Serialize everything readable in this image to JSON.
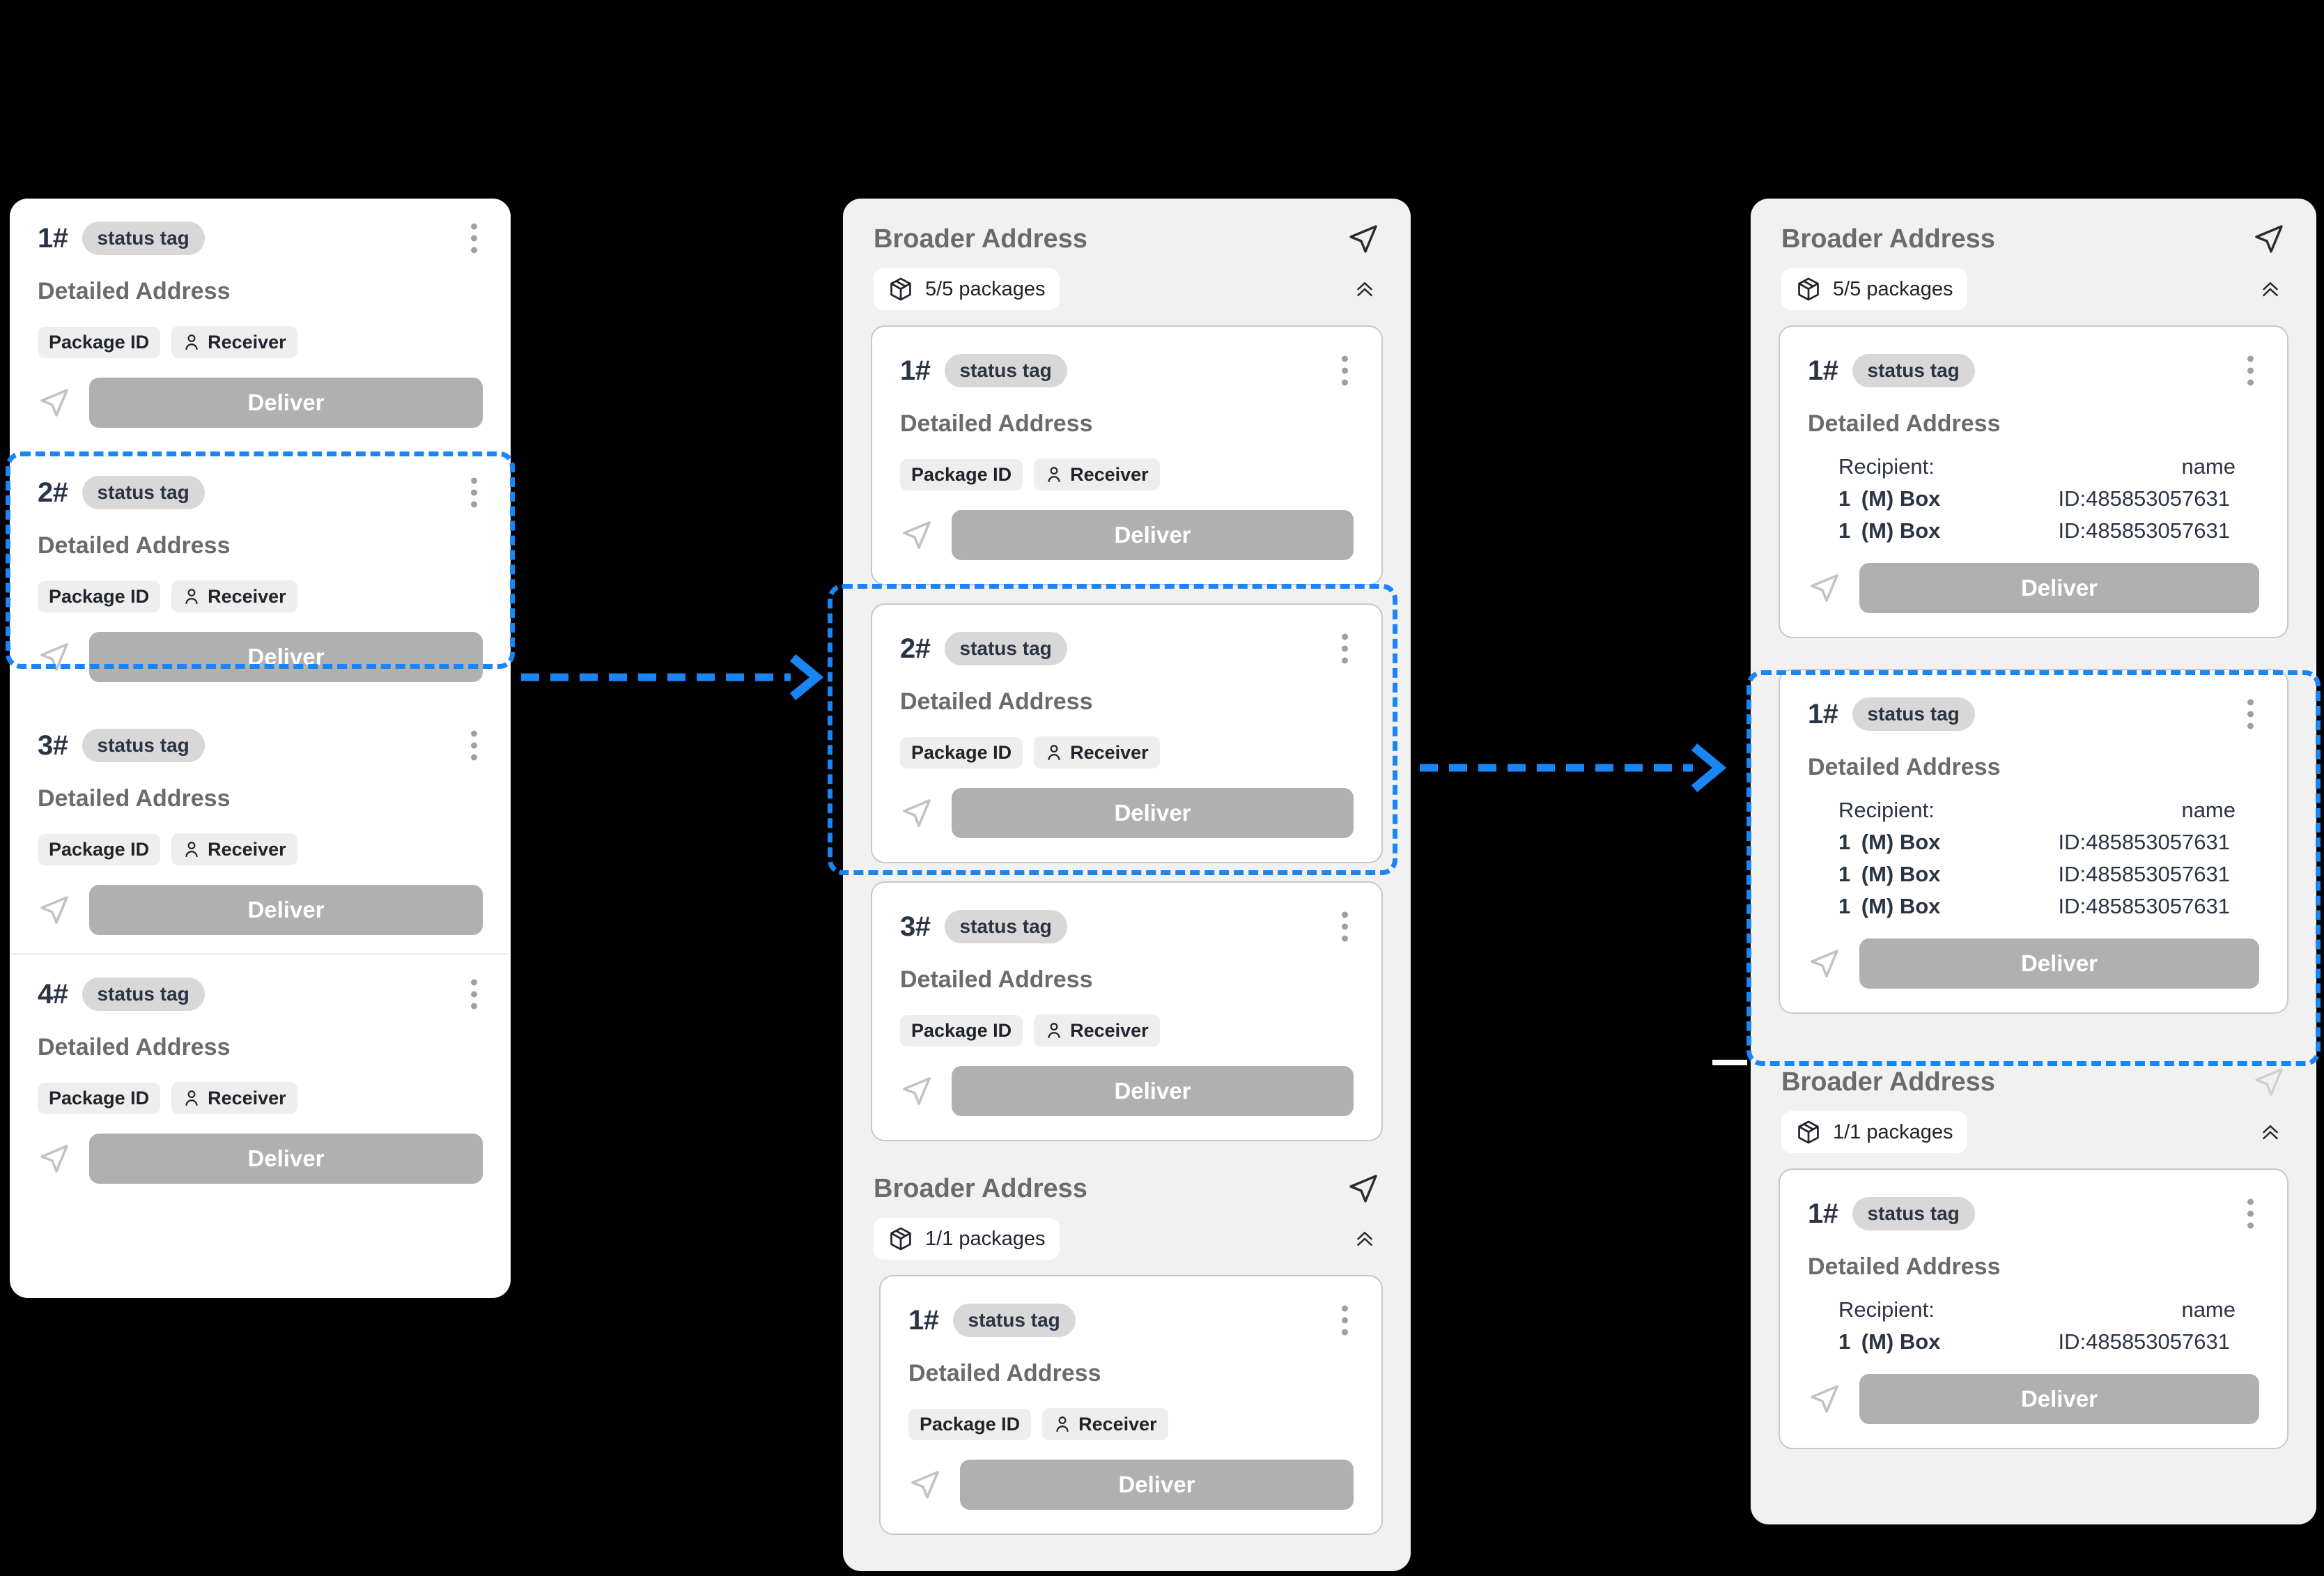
{
  "colors": {
    "accent_blue": "#1a85f5",
    "card_bg": "#ffffff",
    "panel_bg": "#f1f1f1",
    "deliver_btn": "#b0b0b0",
    "status_tag_bg": "#d8d8d8",
    "chip_bg": "#eeeeee",
    "canvas_bg": "#000000"
  },
  "labels": {
    "detailed_address": "Detailed Address",
    "status_tag": "status tag",
    "package_id": "Package ID",
    "receiver": "Receiver",
    "deliver": "Deliver",
    "broader_address": "Broader Address",
    "recipient": "Recipient:",
    "recipient_name": "name",
    "box_qty": "1",
    "box_size": "(M) Box",
    "box_id": "ID:485853057631"
  },
  "icons": {
    "kebab": "kebab-menu-icon",
    "send": "send-navigation-icon",
    "package": "package-box-icon",
    "chevron_up": "chevron-double-up-icon",
    "person": "person-icon"
  },
  "left_panel": {
    "cards": [
      {
        "num": "1#",
        "status": "status tag",
        "address": "Detailed Address",
        "chip_id": "Package ID",
        "chip_receiver": "Receiver",
        "deliver": "Deliver"
      },
      {
        "num": "2#",
        "status": "status tag",
        "address": "Detailed Address",
        "chip_id": "Package ID",
        "chip_receiver": "Receiver",
        "deliver": "Deliver"
      },
      {
        "num": "3#",
        "status": "status tag",
        "address": "Detailed Address",
        "chip_id": "Package ID",
        "chip_receiver": "Receiver",
        "deliver": "Deliver"
      },
      {
        "num": "4#",
        "status": "status tag",
        "address": "Detailed Address",
        "chip_id": "Package ID",
        "chip_receiver": "Receiver",
        "deliver": "Deliver"
      }
    ],
    "highlighted_card_index": 1
  },
  "mid_panel": {
    "groups": [
      {
        "title": "Broader Address",
        "packages_count": "5/5 packages",
        "cards": [
          {
            "num": "1#",
            "status": "status tag",
            "address": "Detailed Address",
            "chip_id": "Package ID",
            "chip_receiver": "Receiver",
            "deliver": "Deliver"
          },
          {
            "num": "2#",
            "status": "status tag",
            "address": "Detailed Address",
            "chip_id": "Package ID",
            "chip_receiver": "Receiver",
            "deliver": "Deliver"
          },
          {
            "num": "3#",
            "status": "status tag",
            "address": "Detailed Address",
            "chip_id": "Package ID",
            "chip_receiver": "Receiver",
            "deliver": "Deliver"
          }
        ]
      },
      {
        "title": "Broader Address",
        "packages_count": "1/1 packages",
        "cards": [
          {
            "num": "1#",
            "status": "status tag",
            "address": "Detailed Address",
            "chip_id": "Package ID",
            "chip_receiver": "Receiver",
            "deliver": "Deliver"
          }
        ]
      }
    ],
    "highlighted_card": "group0-card1"
  },
  "right_panel": {
    "groups": [
      {
        "title": "Broader Address",
        "packages_count": "5/5 packages",
        "cards": [
          {
            "num": "1#",
            "status": "status tag",
            "address": "Detailed Address",
            "recipient_label": "Recipient:",
            "recipient_value": "name",
            "boxes": [
              {
                "qty": "1",
                "size": "(M) Box",
                "id": "ID:485853057631"
              },
              {
                "qty": "1",
                "size": "(M) Box",
                "id": "ID:485853057631"
              }
            ],
            "deliver": "Deliver"
          },
          {
            "num": "1#",
            "status": "status tag",
            "address": "Detailed Address",
            "recipient_label": "Recipient:",
            "recipient_value": "name",
            "boxes": [
              {
                "qty": "1",
                "size": "(M) Box",
                "id": "ID:485853057631"
              },
              {
                "qty": "1",
                "size": "(M) Box",
                "id": "ID:485853057631"
              },
              {
                "qty": "1",
                "size": "(M) Box",
                "id": "ID:485853057631"
              }
            ],
            "deliver": "Deliver"
          }
        ]
      },
      {
        "title": "Broader Address",
        "packages_count": "1/1 packages",
        "cards": [
          {
            "num": "1#",
            "status": "status tag",
            "address": "Detailed Address",
            "recipient_label": "Recipient:",
            "recipient_value": "name",
            "boxes": [
              {
                "qty": "1",
                "size": "(M) Box",
                "id": "ID:485853057631"
              }
            ],
            "deliver": "Deliver"
          }
        ]
      }
    ],
    "highlighted_card": "group0-card1"
  },
  "flow": {
    "arrows": [
      {
        "name": "arrow-left-to-mid"
      },
      {
        "name": "arrow-mid-to-right"
      }
    ]
  }
}
